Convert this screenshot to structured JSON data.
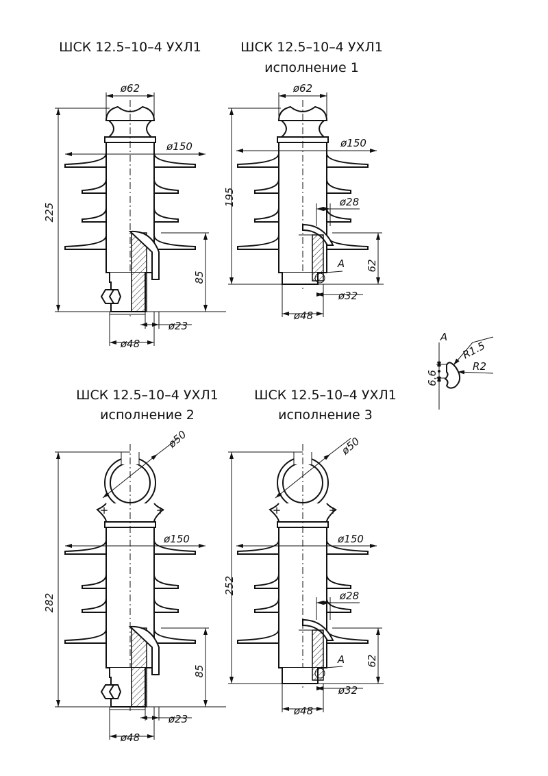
{
  "views": [
    {
      "title": "ШСК 12.5–10–4 УХЛ1",
      "subtitle": "",
      "dims": {
        "top_dia": "ø62",
        "shed_dia": "ø150",
        "height": "225",
        "bottom_len": "85",
        "rod_dia": "ø23",
        "base_dia": "ø48"
      }
    },
    {
      "title": "ШСК 12.5–10–4 УХЛ1",
      "subtitle": "исполнение 1",
      "dims": {
        "top_dia": "ø62",
        "shed_dia": "ø150",
        "height": "195",
        "inner_dia": "ø28",
        "detail_ref": "A",
        "bottom_len": "62",
        "thread_dia": "ø32",
        "base_dia": "ø48"
      }
    },
    {
      "title": "ШСК 12.5–10–4 УХЛ1",
      "subtitle": "исполнение 2",
      "dims": {
        "top_dia": "ø50",
        "shed_dia": "ø150",
        "height": "282",
        "bottom_len": "85",
        "rod_dia": "ø23",
        "base_dia": "ø48"
      }
    },
    {
      "title": "ШСК 12.5–10–4 УХЛ1",
      "subtitle": "исполнение 3",
      "dims": {
        "top_dia": "ø50",
        "shed_dia": "ø150",
        "height": "252",
        "inner_dia": "ø28",
        "detail_ref": "A",
        "bottom_len": "62",
        "thread_dia": "ø32",
        "base_dia": "ø48"
      }
    }
  ],
  "detail": {
    "label": "A",
    "r1": "R1.5",
    "r2": "R2",
    "pitch": "6.6"
  }
}
